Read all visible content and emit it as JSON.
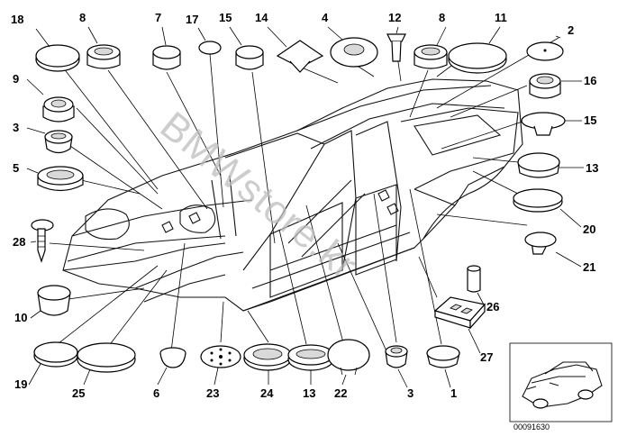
{
  "watermark": "BMWstore.kr",
  "inset": {
    "ref_code": "00091630"
  },
  "callouts": [
    {
      "key": "n18",
      "number": "18"
    },
    {
      "key": "n8a",
      "number": "8"
    },
    {
      "key": "n7",
      "number": "7"
    },
    {
      "key": "n17",
      "number": "17"
    },
    {
      "key": "n15a",
      "number": "15"
    },
    {
      "key": "n14",
      "number": "14"
    },
    {
      "key": "n4",
      "number": "4"
    },
    {
      "key": "n12",
      "number": "12"
    },
    {
      "key": "n8b",
      "number": "8"
    },
    {
      "key": "n11",
      "number": "11"
    },
    {
      "key": "n2",
      "number": "2"
    },
    {
      "key": "n16",
      "number": "16"
    },
    {
      "key": "n15b",
      "number": "15"
    },
    {
      "key": "n13a",
      "number": "13"
    },
    {
      "key": "n20",
      "number": "20"
    },
    {
      "key": "n21",
      "number": "21"
    },
    {
      "key": "n9",
      "number": "9"
    },
    {
      "key": "n3a",
      "number": "3"
    },
    {
      "key": "n5",
      "number": "5"
    },
    {
      "key": "n28",
      "number": "28"
    },
    {
      "key": "n10",
      "number": "10"
    },
    {
      "key": "n19",
      "number": "19"
    },
    {
      "key": "n25",
      "number": "25"
    },
    {
      "key": "n6",
      "number": "6"
    },
    {
      "key": "n23",
      "number": "23"
    },
    {
      "key": "n24",
      "number": "24"
    },
    {
      "key": "n13b",
      "number": "13"
    },
    {
      "key": "n22",
      "number": "22"
    },
    {
      "key": "n3b",
      "number": "3"
    },
    {
      "key": "n1",
      "number": "1"
    },
    {
      "key": "n26",
      "number": "26"
    },
    {
      "key": "n27",
      "number": "27"
    }
  ]
}
